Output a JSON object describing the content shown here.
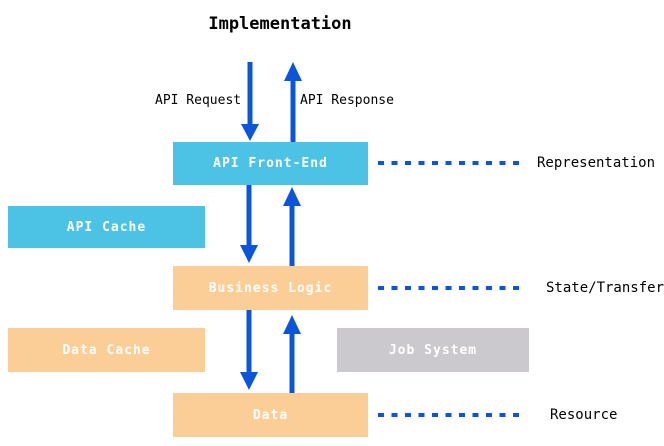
{
  "diagram": {
    "title": "Implementation",
    "colors": {
      "box_cyan": "#4CC2E5",
      "box_peach": "#FCCE97",
      "box_gray": "#CCC9CE",
      "arrow_blue": "#0D55D8",
      "label_text": "#000000",
      "box_label_text": "#FFFFFF"
    },
    "flow_labels": {
      "request": "API Request",
      "response": "API Response"
    },
    "boxes": {
      "api_front_end": "API Front-End",
      "api_cache": "API Cache",
      "business_logic": "Business Logic",
      "data_cache": "Data Cache",
      "job_system": "Job System",
      "data": "Data"
    },
    "layer_labels": {
      "representation": "Representation",
      "state_transfer": "State/Transfer",
      "resource": "Resource"
    }
  }
}
